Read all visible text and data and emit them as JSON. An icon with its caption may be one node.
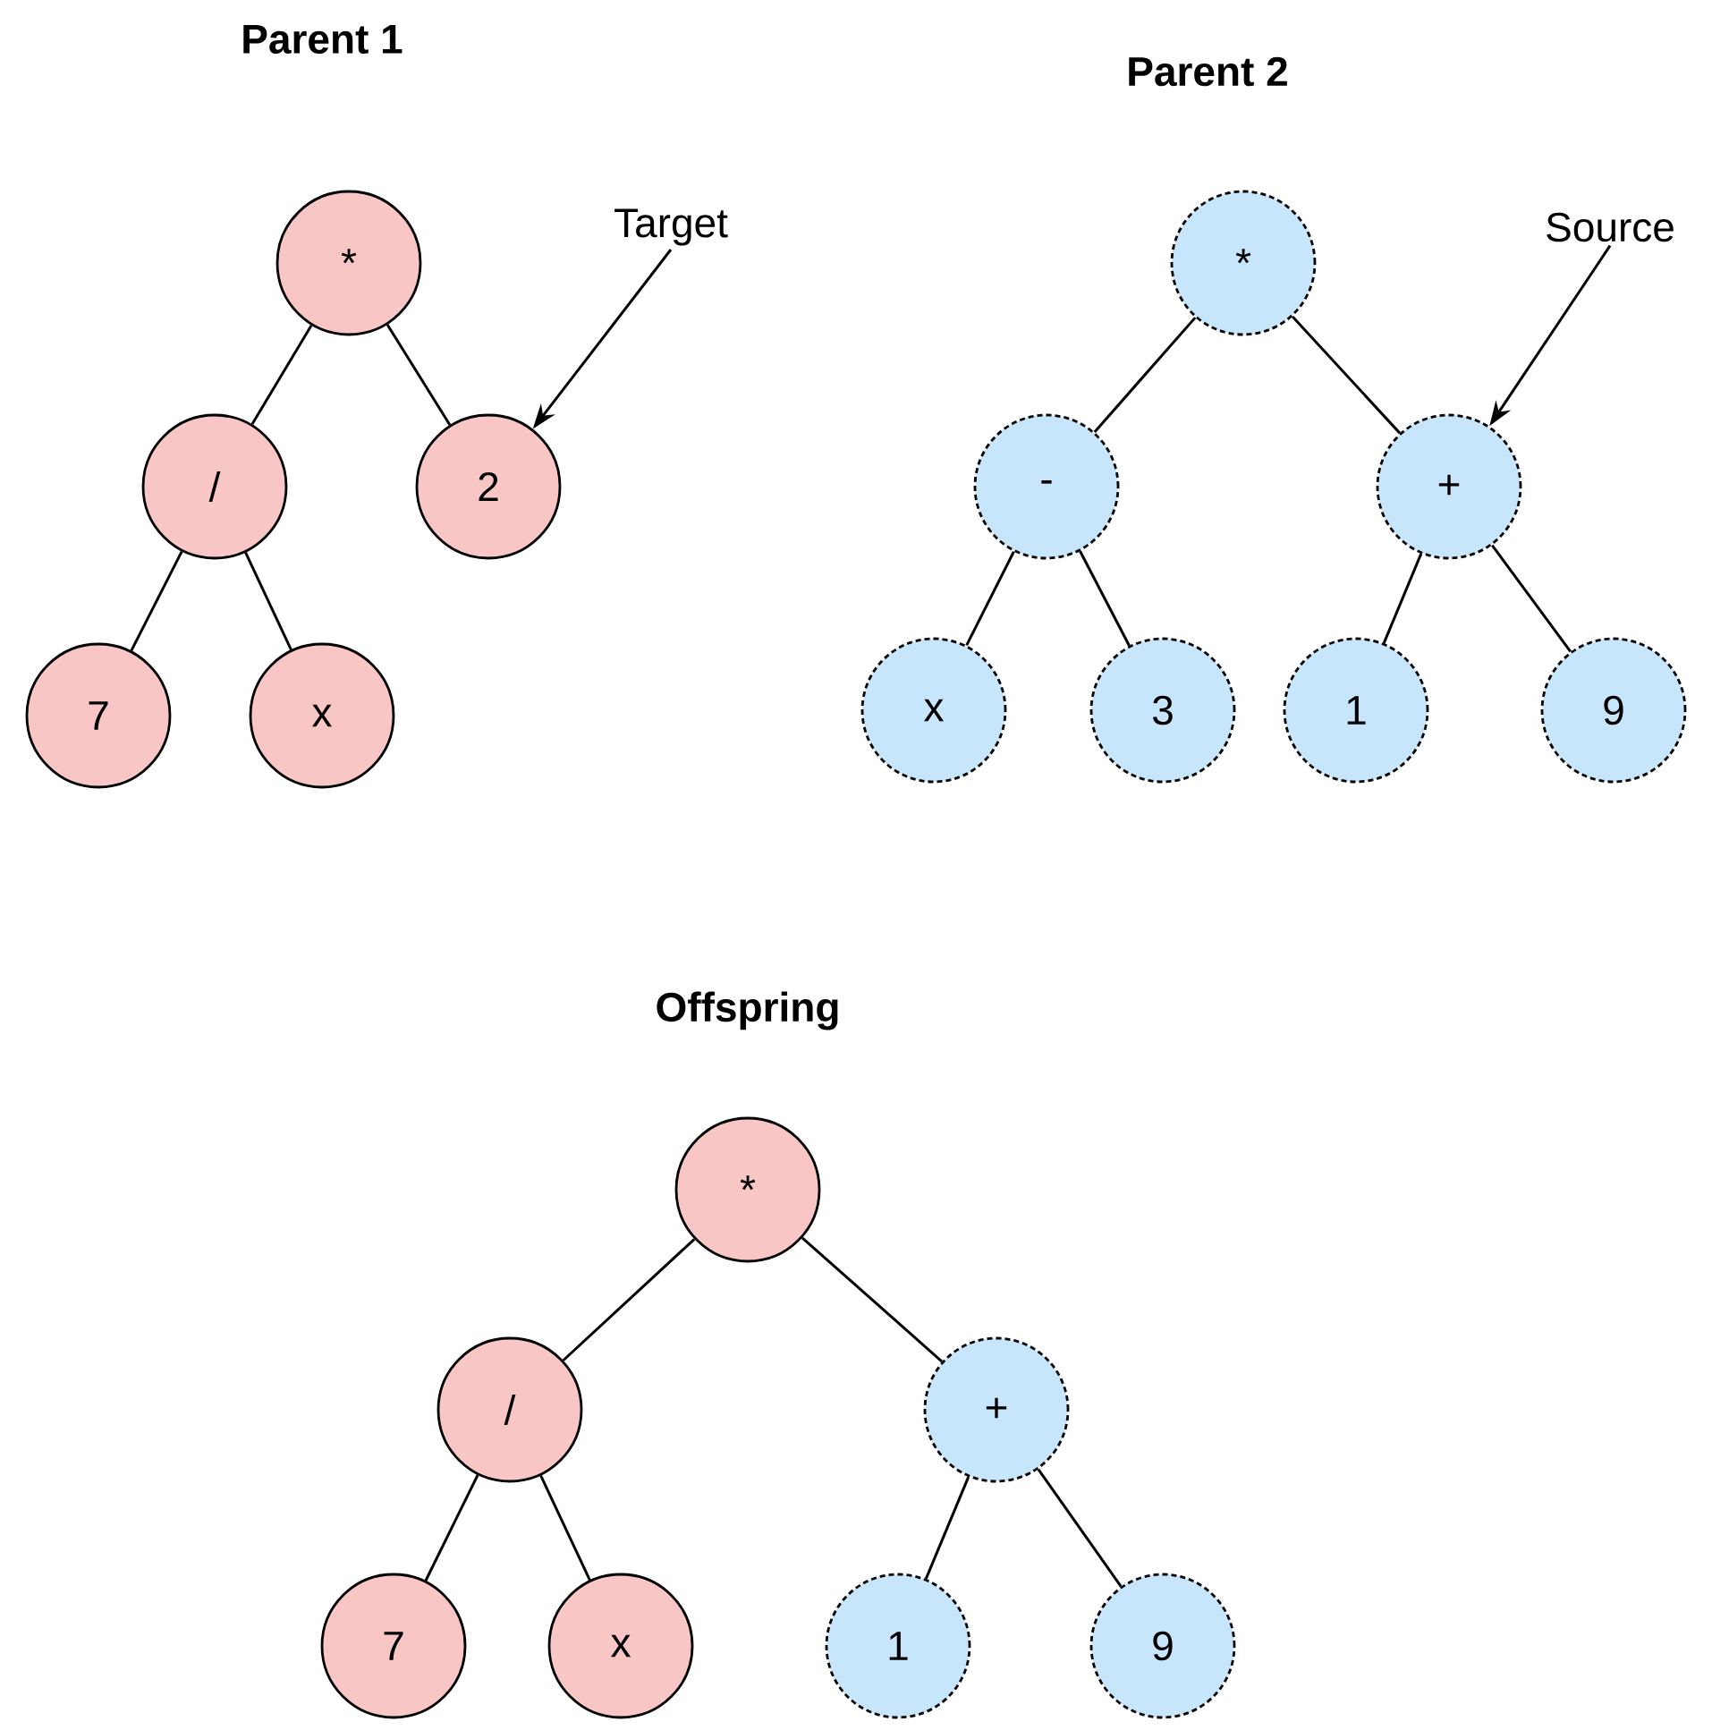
{
  "diagram": {
    "nodes": [
      {
        "text": [
          "*"
        ]
      },
      {
        "text": [
          "/"
        ]
      },
      {
        "text": [
          "2"
        ]
      },
      {
        "text": [
          "7"
        ]
      },
      {
        "text": [
          "x"
        ]
      },
      {
        "text": [
          "Target"
        ]
      },
      {
        "text": [
          "*"
        ]
      },
      {
        "text": [
          "-"
        ]
      },
      {
        "text": [
          "+"
        ]
      },
      {
        "text": [
          "x"
        ]
      },
      {
        "text": [
          "3"
        ]
      },
      {
        "text": [
          "1"
        ]
      },
      {
        "text": [
          "9"
        ]
      },
      {
        "text": [
          "Source"
        ]
      },
      {
        "text": [
          "*"
        ]
      },
      {
        "text": [
          "/"
        ]
      },
      {
        "text": [
          "+"
        ]
      },
      {
        "text": [
          "7"
        ]
      },
      {
        "text": [
          "x"
        ]
      },
      {
        "text": [
          "1"
        ]
      },
      {
        "text": [
          "9"
        ]
      }
    ],
    "edges": [
      {
        "from": 0,
        "to": 1,
        "arrow": "none"
      },
      {
        "from": 0,
        "to": 2,
        "arrow": "none"
      },
      {
        "from": 1,
        "to": 3,
        "arrow": "none"
      },
      {
        "from": 1,
        "to": 4,
        "arrow": "none"
      },
      {
        "from": 5,
        "to": 2,
        "arrow": "to"
      },
      {
        "from": 6,
        "to": 7,
        "arrow": "none"
      },
      {
        "from": 6,
        "to": 8,
        "arrow": "none"
      },
      {
        "from": 7,
        "to": 9,
        "arrow": "none"
      },
      {
        "from": 7,
        "to": 10,
        "arrow": "none"
      },
      {
        "from": 8,
        "to": 11,
        "arrow": "none"
      },
      {
        "from": 8,
        "to": 12,
        "arrow": "none"
      },
      {
        "from": 13,
        "to": 8,
        "arrow": "to"
      },
      {
        "from": 14,
        "to": 15,
        "arrow": "none"
      },
      {
        "from": 14,
        "to": 16,
        "arrow": "none"
      },
      {
        "from": 15,
        "to": 17,
        "arrow": "none"
      },
      {
        "from": 15,
        "to": 18,
        "arrow": "none"
      },
      {
        "from": 16,
        "to": 19,
        "arrow": "none"
      },
      {
        "from": 16,
        "to": 20,
        "arrow": "none"
      }
    ],
    "labels": [
      "Parent 1",
      "Parent 2",
      "Offspring"
    ]
  }
}
